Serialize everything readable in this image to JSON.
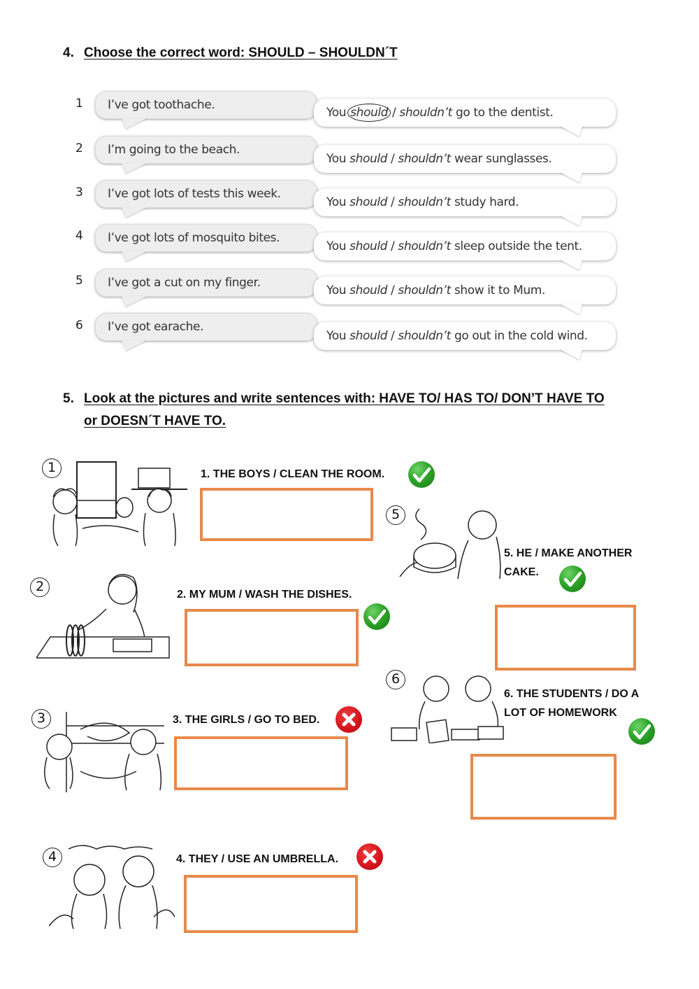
{
  "exercise4": {
    "number": "4.",
    "title": "Choose the correct word: SHOULD – SHOULDN´T",
    "rows": [
      {
        "num": "1",
        "prompt": "I’ve got toothache.",
        "lead": "You ",
        "opt1": "should",
        "sep": " / ",
        "opt2": "shouldn’t",
        "rest": " go to the dentist.",
        "circled": "should"
      },
      {
        "num": "2",
        "prompt": "I’m going to the beach.",
        "lead": "You ",
        "opt1": "should",
        "sep": " / ",
        "opt2": "shouldn’t",
        "rest": " wear sunglasses.",
        "circled": ""
      },
      {
        "num": "3",
        "prompt": "I’ve got lots of tests this week.",
        "lead": "You ",
        "opt1": "should",
        "sep": " / ",
        "opt2": "shouldn’t",
        "rest": " study hard.",
        "circled": ""
      },
      {
        "num": "4",
        "prompt": "I’ve got lots of mosquito bites.",
        "lead": "You ",
        "opt1": "should",
        "sep": " / ",
        "opt2": "shouldn’t",
        "rest": " sleep outside the tent.",
        "circled": ""
      },
      {
        "num": "5",
        "prompt": "I’ve got a cut on my finger.",
        "lead": "You ",
        "opt1": "should",
        "sep": " / ",
        "opt2": "shouldn’t",
        "rest": " show it to Mum.",
        "circled": ""
      },
      {
        "num": "6",
        "prompt": "I’ve got earache.",
        "lead": "You ",
        "opt1": "should",
        "sep": " / ",
        "opt2": "shouldn’t",
        "rest": " go out in the cold wind.",
        "circled": ""
      }
    ]
  },
  "exercise5": {
    "number": "5.",
    "title_line1": "Look at the pictures and write sentences with: HAVE TO/ HAS TO/ DON’T HAVE TO",
    "title_line2": "or DOESN´T HAVE TO.",
    "items": [
      {
        "pic_num": "1",
        "prompt": "1.   THE BOYS / CLEAN THE ROOM.",
        "mark": "check",
        "answer": ""
      },
      {
        "pic_num": "2",
        "prompt": "2. MY MUM / WASH THE DISHES.",
        "mark": "check",
        "answer": ""
      },
      {
        "pic_num": "3",
        "prompt": "3. THE GIRLS / GO TO BED.",
        "mark": "cross",
        "answer": ""
      },
      {
        "pic_num": "4",
        "prompt": "4. THEY / USE AN UMBRELLA.",
        "mark": "cross",
        "answer": ""
      },
      {
        "pic_num": "5",
        "prompt_line1": "5. HE / MAKE ANOTHER",
        "prompt_line2": "CAKE.",
        "mark": "check",
        "answer": ""
      },
      {
        "pic_num": "6",
        "prompt_line1": "6. THE STUDENTS / DO A",
        "prompt_line2": "LOT OF HOMEWORK",
        "mark": "check",
        "answer": ""
      }
    ],
    "colors": {
      "box_border": "#e8894a",
      "check": "#2fa52a",
      "cross": "#d3121b"
    }
  }
}
